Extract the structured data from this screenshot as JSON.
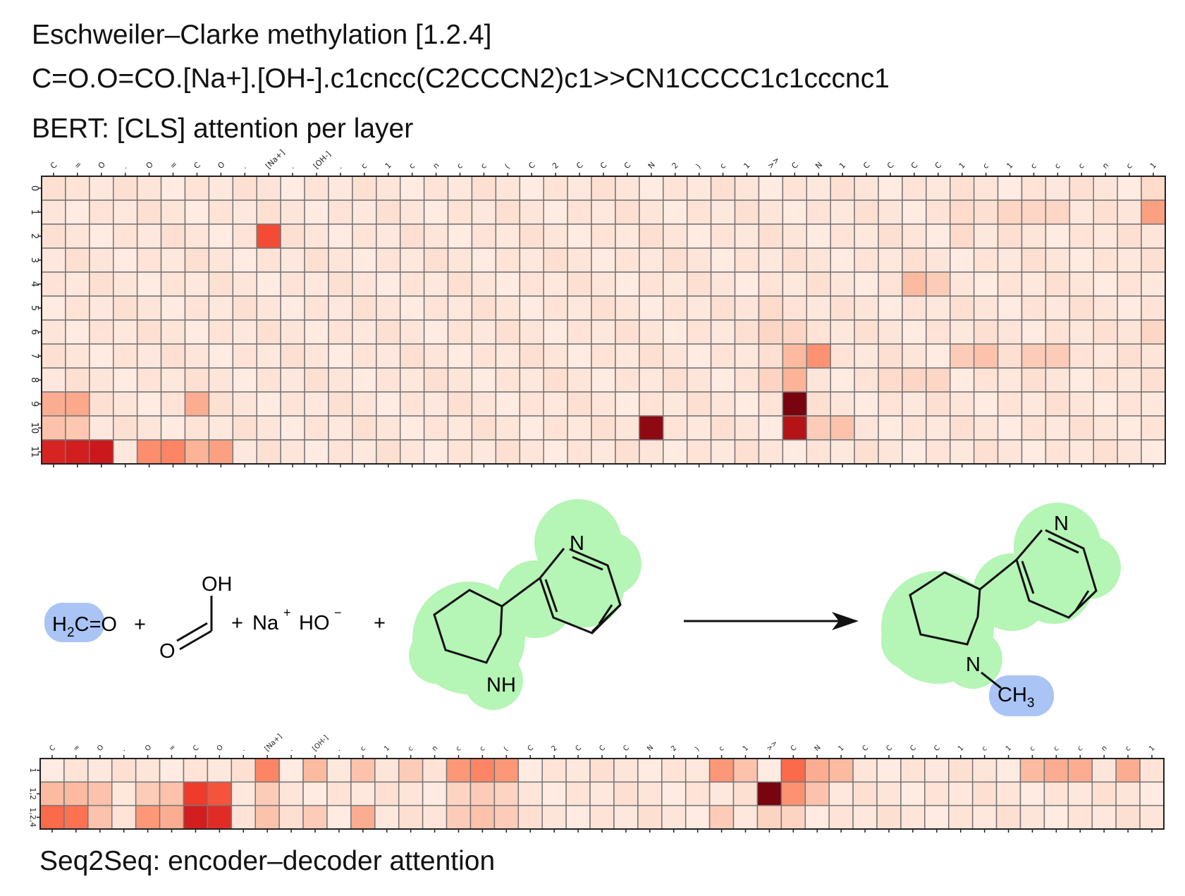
{
  "titles": {
    "reaction_name": "Eschweiler–Clarke methylation [1.2.4]",
    "smiles": "C=O.O=CO.[Na+].[OH-].c1cncc(C2CCCN2)c1>>CN1CCCC1c1cccnc1",
    "bert_title": "BERT: [CLS] attention per layer",
    "seq2seq_title": "Seq2Seq: encoder–decoder attention"
  },
  "colors": {
    "heat_low": "#fff5f0",
    "heat_high": "#67000d",
    "grid": "#777777",
    "highlight_green": "#b5f5b5",
    "highlight_blue": "#a9c4f5"
  },
  "chart_data": [
    {
      "type": "heatmap",
      "title": "BERT: [CLS] attention per layer",
      "x": [
        "C",
        "=",
        "O",
        ".",
        "O",
        "=",
        "C",
        "O",
        ".",
        "[Na+]",
        ".",
        "[OH-]",
        ".",
        "c",
        "1",
        "c",
        "n",
        "c",
        "c",
        "(",
        "C",
        "2",
        "C",
        "C",
        "C",
        "N",
        "2",
        ")",
        "c",
        "1",
        ">>",
        "C",
        "N",
        "1",
        "C",
        "C",
        "C",
        "C",
        "1",
        "c",
        "1",
        "c",
        "c",
        "c",
        "n",
        "c",
        "1"
      ],
      "y": [
        "0",
        "1",
        "2",
        "3",
        "4",
        "5",
        "6",
        "7",
        "8",
        "9",
        "10",
        "11"
      ],
      "hot_cells": [
        {
          "row": 0,
          "col": 0,
          "v": 0.1
        },
        {
          "row": 0,
          "col": 9,
          "v": 0.08
        },
        {
          "row": 0,
          "col": 46,
          "v": 0.12
        },
        {
          "row": 1,
          "col": 38,
          "v": 0.12
        },
        {
          "row": 1,
          "col": 46,
          "v": 0.35
        },
        {
          "row": 1,
          "col": 40,
          "v": 0.14
        },
        {
          "row": 1,
          "col": 41,
          "v": 0.14
        },
        {
          "row": 1,
          "col": 42,
          "v": 0.14
        },
        {
          "row": 2,
          "col": 9,
          "v": 0.65
        },
        {
          "row": 2,
          "col": 38,
          "v": 0.12
        },
        {
          "row": 4,
          "col": 36,
          "v": 0.25
        },
        {
          "row": 4,
          "col": 37,
          "v": 0.18
        },
        {
          "row": 5,
          "col": 30,
          "v": 0.12
        },
        {
          "row": 6,
          "col": 30,
          "v": 0.14
        },
        {
          "row": 6,
          "col": 31,
          "v": 0.14
        },
        {
          "row": 6,
          "col": 46,
          "v": 0.14
        },
        {
          "row": 7,
          "col": 31,
          "v": 0.25
        },
        {
          "row": 7,
          "col": 32,
          "v": 0.4
        },
        {
          "row": 7,
          "col": 38,
          "v": 0.18
        },
        {
          "row": 7,
          "col": 39,
          "v": 0.22
        },
        {
          "row": 7,
          "col": 41,
          "v": 0.18
        },
        {
          "row": 7,
          "col": 42,
          "v": 0.18
        },
        {
          "row": 8,
          "col": 31,
          "v": 0.28
        },
        {
          "row": 8,
          "col": 30,
          "v": 0.15
        },
        {
          "row": 8,
          "col": 35,
          "v": 0.12
        },
        {
          "row": 8,
          "col": 36,
          "v": 0.14
        },
        {
          "row": 8,
          "col": 37,
          "v": 0.14
        },
        {
          "row": 9,
          "col": 0,
          "v": 0.3
        },
        {
          "row": 9,
          "col": 1,
          "v": 0.32
        },
        {
          "row": 9,
          "col": 6,
          "v": 0.3
        },
        {
          "row": 9,
          "col": 31,
          "v": 0.98
        },
        {
          "row": 10,
          "col": 0,
          "v": 0.22
        },
        {
          "row": 10,
          "col": 1,
          "v": 0.2
        },
        {
          "row": 10,
          "col": 25,
          "v": 0.95
        },
        {
          "row": 10,
          "col": 31,
          "v": 0.88
        },
        {
          "row": 10,
          "col": 32,
          "v": 0.18
        },
        {
          "row": 10,
          "col": 33,
          "v": 0.22
        },
        {
          "row": 11,
          "col": 0,
          "v": 0.78
        },
        {
          "row": 11,
          "col": 1,
          "v": 0.8
        },
        {
          "row": 11,
          "col": 2,
          "v": 0.82
        },
        {
          "row": 11,
          "col": 4,
          "v": 0.42
        },
        {
          "row": 11,
          "col": 5,
          "v": 0.45
        },
        {
          "row": 11,
          "col": 6,
          "v": 0.28
        },
        {
          "row": 11,
          "col": 7,
          "v": 0.35
        }
      ],
      "background_value": 0.05
    },
    {
      "type": "heatmap",
      "title": "Seq2Seq: encoder–decoder attention",
      "x": [
        "C",
        "=",
        "O",
        ".",
        "O",
        "=",
        "C",
        "O",
        ".",
        "[Na+]",
        ".",
        "[OH-]",
        ".",
        "c",
        "1",
        "c",
        "n",
        "c",
        "c",
        "(",
        "C",
        "2",
        "C",
        "C",
        "C",
        "N",
        "2",
        ")",
        "c",
        "1",
        ">>",
        "C",
        "N",
        "1",
        "C",
        "C",
        "C",
        "C",
        "1",
        "c",
        "1",
        "c",
        "c",
        "c",
        "n",
        "c",
        "1"
      ],
      "y": [
        "1",
        "1,2",
        "1,2,4"
      ],
      "hot_cells": [
        {
          "row": 0,
          "col": 9,
          "v": 0.45
        },
        {
          "row": 0,
          "col": 11,
          "v": 0.25
        },
        {
          "row": 0,
          "col": 13,
          "v": 0.22
        },
        {
          "row": 0,
          "col": 15,
          "v": 0.18
        },
        {
          "row": 0,
          "col": 17,
          "v": 0.38
        },
        {
          "row": 0,
          "col": 18,
          "v": 0.45
        },
        {
          "row": 0,
          "col": 19,
          "v": 0.38
        },
        {
          "row": 0,
          "col": 28,
          "v": 0.38
        },
        {
          "row": 0,
          "col": 29,
          "v": 0.22
        },
        {
          "row": 0,
          "col": 31,
          "v": 0.55
        },
        {
          "row": 0,
          "col": 32,
          "v": 0.3
        },
        {
          "row": 0,
          "col": 33,
          "v": 0.25
        },
        {
          "row": 0,
          "col": 41,
          "v": 0.25
        },
        {
          "row": 0,
          "col": 42,
          "v": 0.3
        },
        {
          "row": 0,
          "col": 43,
          "v": 0.3
        },
        {
          "row": 0,
          "col": 45,
          "v": 0.3
        },
        {
          "row": 1,
          "col": 0,
          "v": 0.25
        },
        {
          "row": 1,
          "col": 1,
          "v": 0.25
        },
        {
          "row": 1,
          "col": 2,
          "v": 0.22
        },
        {
          "row": 1,
          "col": 4,
          "v": 0.18
        },
        {
          "row": 1,
          "col": 5,
          "v": 0.22
        },
        {
          "row": 1,
          "col": 6,
          "v": 0.7
        },
        {
          "row": 1,
          "col": 7,
          "v": 0.62
        },
        {
          "row": 1,
          "col": 9,
          "v": 0.18
        },
        {
          "row": 1,
          "col": 30,
          "v": 0.98
        },
        {
          "row": 1,
          "col": 31,
          "v": 0.4
        },
        {
          "row": 1,
          "col": 32,
          "v": 0.22
        },
        {
          "row": 1,
          "col": 17,
          "v": 0.15
        },
        {
          "row": 1,
          "col": 18,
          "v": 0.18
        },
        {
          "row": 1,
          "col": 19,
          "v": 0.15
        },
        {
          "row": 2,
          "col": 0,
          "v": 0.55
        },
        {
          "row": 2,
          "col": 1,
          "v": 0.52
        },
        {
          "row": 2,
          "col": 2,
          "v": 0.22
        },
        {
          "row": 2,
          "col": 4,
          "v": 0.38
        },
        {
          "row": 2,
          "col": 5,
          "v": 0.3
        },
        {
          "row": 2,
          "col": 6,
          "v": 0.8
        },
        {
          "row": 2,
          "col": 7,
          "v": 0.75
        },
        {
          "row": 2,
          "col": 9,
          "v": 0.22
        },
        {
          "row": 2,
          "col": 11,
          "v": 0.18
        },
        {
          "row": 2,
          "col": 13,
          "v": 0.3
        },
        {
          "row": 2,
          "col": 17,
          "v": 0.18
        },
        {
          "row": 2,
          "col": 18,
          "v": 0.22
        },
        {
          "row": 2,
          "col": 19,
          "v": 0.18
        },
        {
          "row": 2,
          "col": 28,
          "v": 0.18
        },
        {
          "row": 2,
          "col": 30,
          "v": 0.15
        },
        {
          "row": 2,
          "col": 31,
          "v": 0.15
        }
      ],
      "background_value": 0.05
    }
  ],
  "molecules": {
    "formaldehyde": "H2C=O",
    "formic_acid_oh": "OH",
    "formic_acid_o": "O",
    "sodium": "Na",
    "sodium_charge": "+",
    "hydroxide": "HO",
    "hydroxide_charge": "−",
    "nornicotine_n": "N",
    "nornicotine_nh": "NH",
    "nicotine_n_ring": "N",
    "nicotine_n_pyr": "N",
    "methyl": "CH3",
    "plus": "+"
  }
}
